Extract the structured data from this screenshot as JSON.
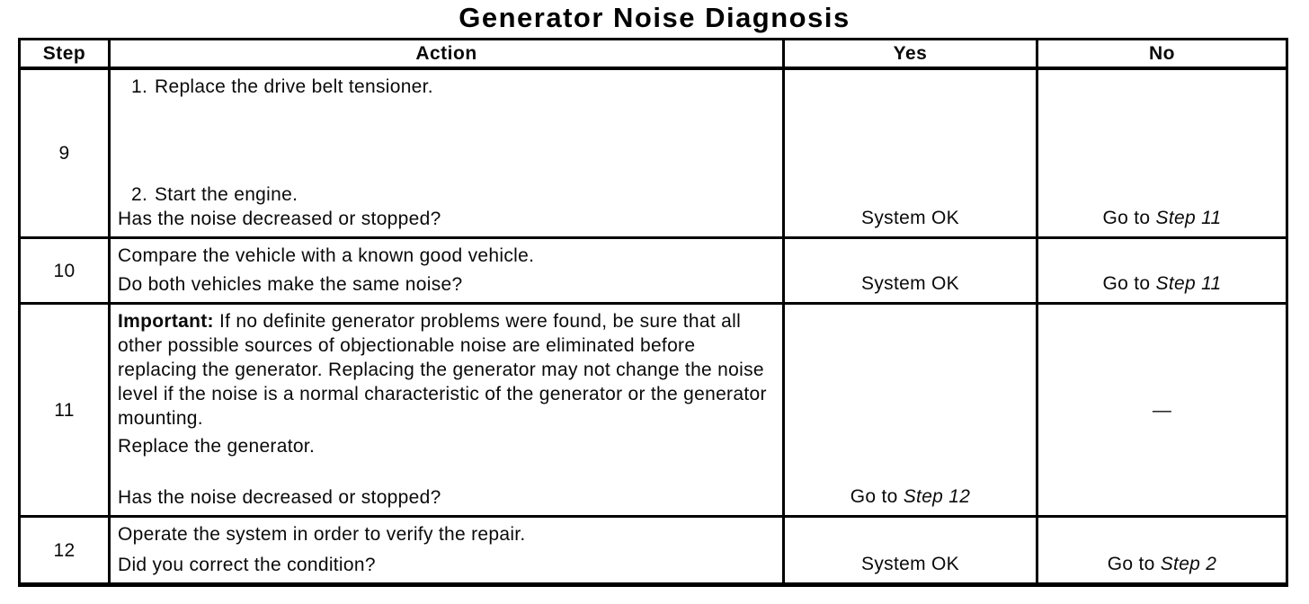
{
  "title": "Generator Noise Diagnosis",
  "table": {
    "headers": {
      "step": "Step",
      "action": "Action",
      "yes": "Yes",
      "no": "No"
    },
    "rows": [
      {
        "step": "9",
        "item1_num": "1.",
        "item1_text": "Replace the drive belt tensioner.",
        "item2_num": "2.",
        "item2_text": "Start the engine.",
        "question": "Has the noise decreased or stopped?",
        "yes": "System OK",
        "no_prefix": "Go to",
        "no_step": "Step 11"
      },
      {
        "step": "10",
        "line": "Compare the vehicle with a known good vehicle.",
        "question": "Do both vehicles make the same noise?",
        "yes": "System OK",
        "no_prefix": "Go to",
        "no_step": "Step 11"
      },
      {
        "step": "11",
        "important_label": "Important:",
        "important_text": "If no definite generator problems were found, be sure that all other possible sources of objectionable noise are eliminated before replacing the generator. Replacing the generator may not change the noise level if the noise is a normal characteristic of the generator or the generator mounting.",
        "line": "Replace the generator.",
        "question": "Has the noise decreased or stopped?",
        "yes_prefix": "Go to",
        "yes_step": "Step 12",
        "no_dash": "—"
      },
      {
        "step": "12",
        "line": "Operate the system in order to verify the repair.",
        "question": "Did you correct the condition?",
        "yes": "System OK",
        "no_prefix": "Go to",
        "no_step": "Step 2"
      }
    ]
  }
}
